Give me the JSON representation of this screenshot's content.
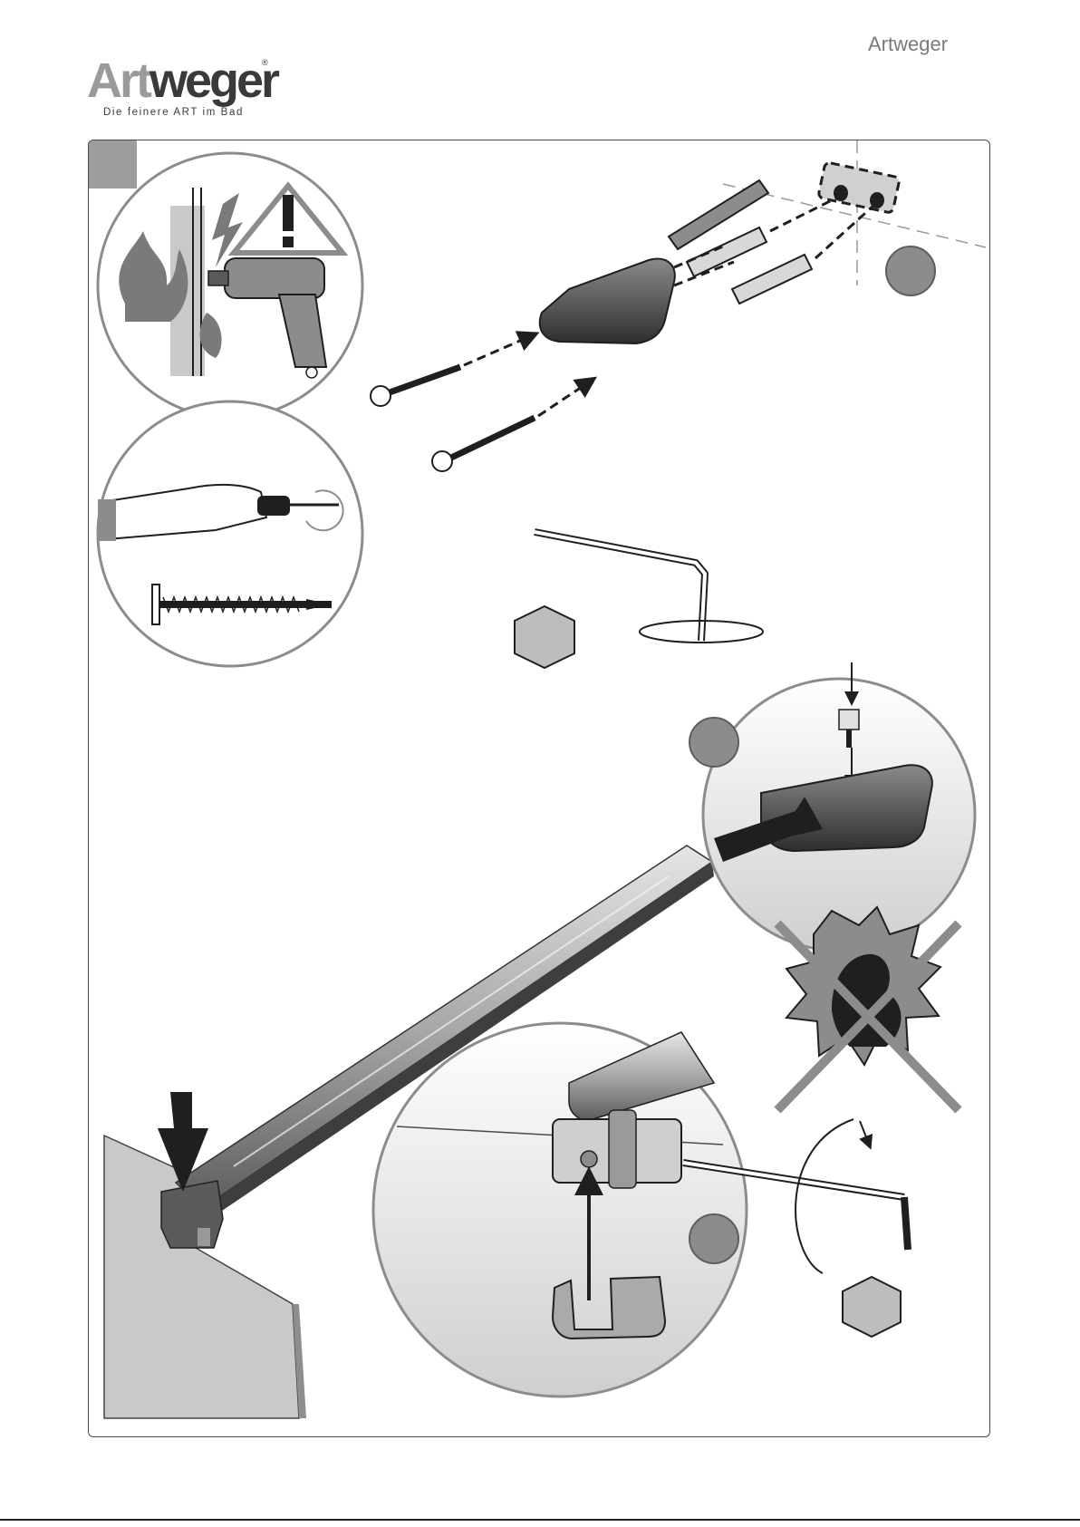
{
  "header": {
    "brand": "Artweger"
  },
  "logo": {
    "word_art": "Art",
    "word_weger": "weger",
    "registered": "®",
    "tagline": "Die feinere ART im Bad"
  },
  "colors": {
    "step_tab": "#9d9d9d",
    "marker": "#8c8c8c",
    "frame": "#4a4a4a",
    "ink": "#1f1f1f",
    "panel": "#c9c9c9"
  },
  "illustration": {
    "warning_icon": "warning-triangle-icon",
    "drill_icon": "power-drill-icon",
    "screwdriver_icon": "screwdriver-hand-icon",
    "hex_key_icon": "allen-key-icon",
    "no_force_icon": "no-force-icon"
  }
}
